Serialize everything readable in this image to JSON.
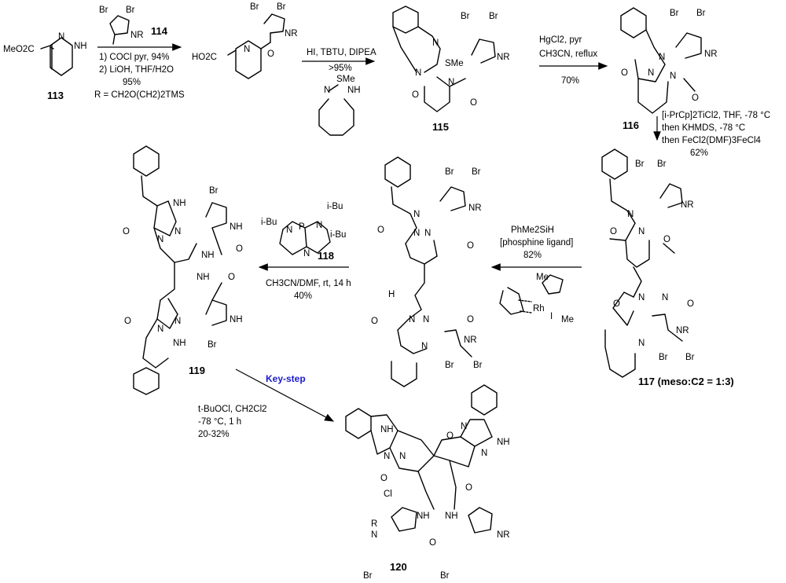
{
  "compounds": {
    "c113": "113",
    "c114": "114",
    "c115": "115",
    "c116": "116",
    "c117": "117 (meso:C2 = 1:3)",
    "c118": "118",
    "c119": "119",
    "c120": "120"
  },
  "atoms": {
    "meo2c": "MeO2C",
    "n": "N",
    "nh": "NH",
    "br": "Br",
    "nr": "NR",
    "ho2c": "HO2C",
    "o": "O",
    "sme": "SMe",
    "h": "H",
    "cl": "Cl",
    "me": "Me",
    "rh": "Rh",
    "i": "I",
    "p": "P",
    "ibu": "i-Bu",
    "r": "R"
  },
  "conditions": {
    "step1": [
      "1) COCl  pyr, 94%",
      "2) LiOH, THF/H2O",
      "95%",
      "R = CH2O(CH2)2TMS"
    ],
    "step2": [
      "HI, TBTU, DIPEA",
      ">95%"
    ],
    "step3": [
      "HgCl2, pyr",
      "CH3CN, reflux",
      "70%"
    ],
    "step4": [
      "[i-PrCp]2TiCl2, THF, -78 °C",
      "then KHMDS, -78 °C",
      "then FeCl2(DMF)3FeCl4",
      "62%"
    ],
    "step5": [
      "PhMe2SiH",
      "[phosphine ligand]",
      "82%"
    ],
    "step6": [
      "CH3CN/DMF, rt, 14 h",
      "40%"
    ],
    "step7": [
      "t-BuOCl, CH2Cl2",
      "-78 °C, 1 h",
      "20-32%"
    ]
  },
  "key_step": "Key-step"
}
